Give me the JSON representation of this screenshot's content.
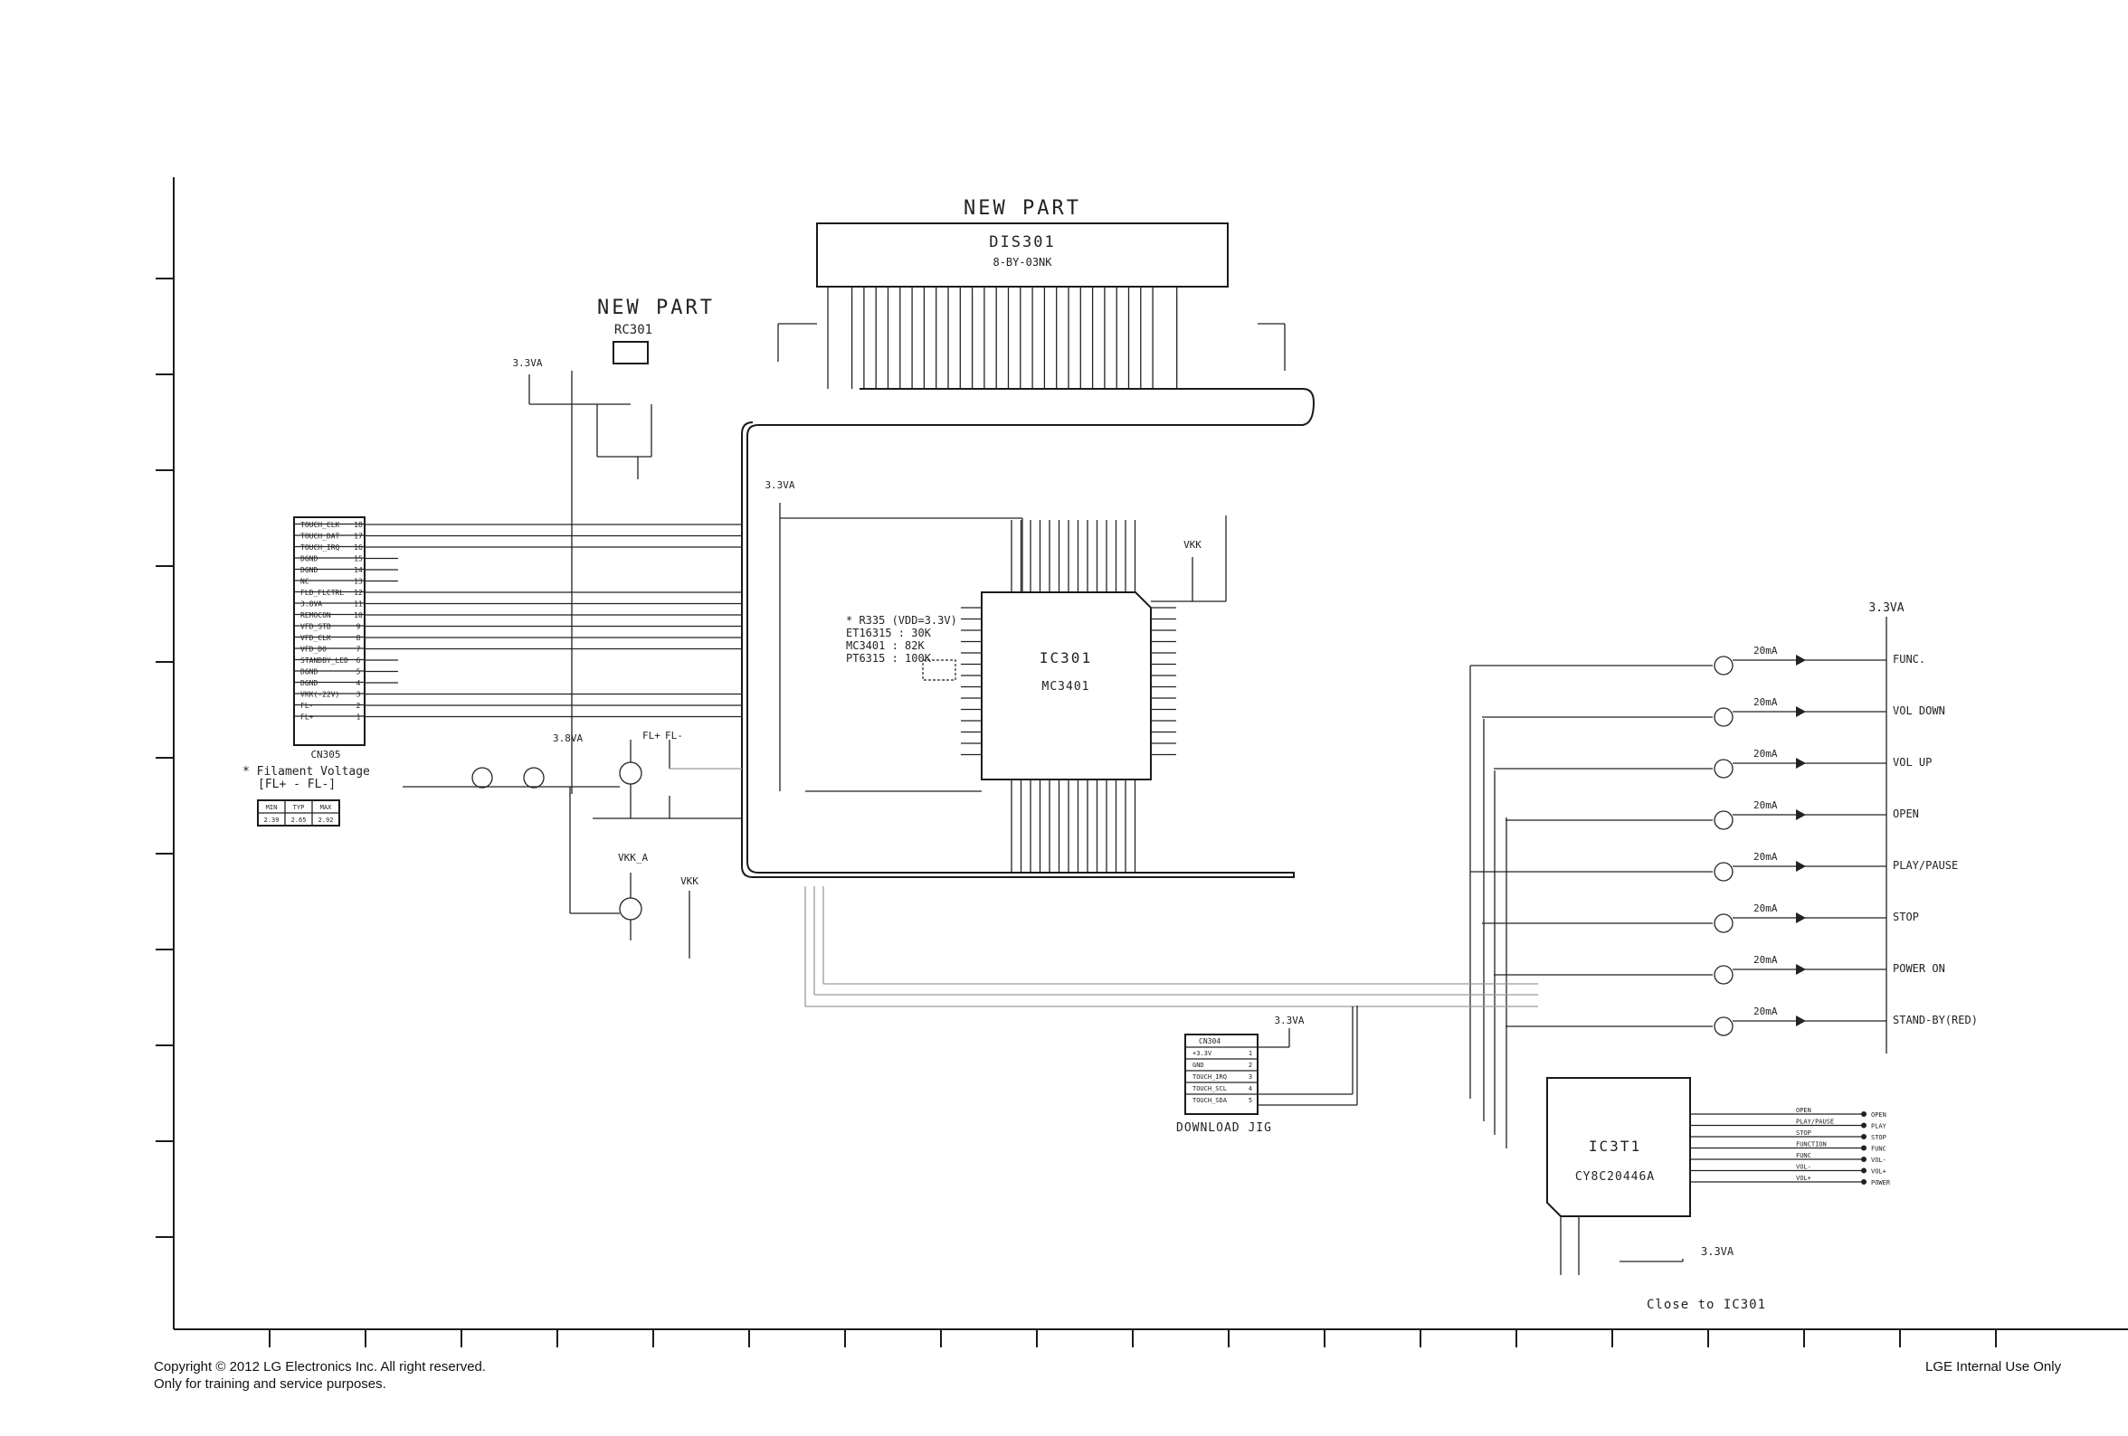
{
  "headings": {
    "new_part_top": "NEW PART",
    "new_part_rc": "NEW PART"
  },
  "display": {
    "ref": "DIS301",
    "part": "8-BY-03NK"
  },
  "rc": {
    "ref": "RC301"
  },
  "ic301": {
    "ref": "IC301",
    "part": "MC3401"
  },
  "ic3t1": {
    "ref": "IC3T1",
    "part": "CY8C20446A"
  },
  "rails": {
    "v33_a": "3.3VA",
    "v33_b": "3.3VA",
    "v33_c": "3.3VA",
    "v33_d": "3.3VA",
    "v38": "3.8VA",
    "vkk": "VKK",
    "vkk_a": "VKK_A",
    "vkk_b": "VKK",
    "fl_plus": "FL+",
    "fl_minus": "FL-"
  },
  "note": {
    "line1": "* R335 (VDD=3.3V)",
    "line2": "ET16315 : 30K",
    "line3": "MC3401  : 82K",
    "line4": "PT6315  : 100K"
  },
  "filament": {
    "title": "* Filament Voltage",
    "formula": "[FL+ - FL-]",
    "headers": [
      "MIN",
      "TYP",
      "MAX"
    ],
    "values": [
      "2.39",
      "2.65",
      "2.92"
    ]
  },
  "cn305": {
    "ref": "CN305",
    "pins": [
      {
        "name": "TOUCH_CLK",
        "num": "18"
      },
      {
        "name": "TOUCH_DAT",
        "num": "17"
      },
      {
        "name": "TOUCH_IRQ",
        "num": "16"
      },
      {
        "name": "DGND",
        "num": "15"
      },
      {
        "name": "DGND",
        "num": "14"
      },
      {
        "name": "NC",
        "num": "13"
      },
      {
        "name": "FLD_FLCTRL",
        "num": "12"
      },
      {
        "name": "3.8VA",
        "num": "11"
      },
      {
        "name": "REMOCON",
        "num": "10"
      },
      {
        "name": "VFD_STB",
        "num": "9"
      },
      {
        "name": "VFD_CLK",
        "num": "8"
      },
      {
        "name": "VFD_DO",
        "num": "7"
      },
      {
        "name": "STANDBY_LED",
        "num": "6"
      },
      {
        "name": "DGND",
        "num": "5"
      },
      {
        "name": "DGND",
        "num": "4"
      },
      {
        "name": "VKK(-22V)",
        "num": "3"
      },
      {
        "name": "FL-",
        "num": "2"
      },
      {
        "name": "FL+",
        "num": "1"
      }
    ]
  },
  "cn304": {
    "ref": "CN304",
    "caption": "DOWNLOAD JIG",
    "pins": [
      {
        "name": "+3.3V",
        "num": "1"
      },
      {
        "name": "GND",
        "num": "2"
      },
      {
        "name": "TOUCH_IRQ",
        "num": "3"
      },
      {
        "name": "TOUCH_SCL",
        "num": "4"
      },
      {
        "name": "TOUCH_SDA",
        "num": "5"
      }
    ]
  },
  "keys": [
    {
      "label": "FUNC.",
      "current": "20mA"
    },
    {
      "label": "VOL DOWN",
      "current": "20mA"
    },
    {
      "label": "VOL UP",
      "current": "20mA"
    },
    {
      "label": "OPEN",
      "current": "20mA"
    },
    {
      "label": "PLAY/PAUSE",
      "current": "20mA"
    },
    {
      "label": "STOP",
      "current": "20mA"
    },
    {
      "label": "POWER ON",
      "current": "20mA"
    },
    {
      "label": "STAND-BY(RED)",
      "current": "20mA"
    }
  ],
  "touch_outputs": [
    "OPEN",
    "PLAY",
    "STOP",
    "FUNC",
    "VOL-",
    "VOL+",
    "POWER"
  ],
  "touch_nets": [
    "OPEN",
    "PLAY/PAUSE",
    "STOP",
    "FUNCTION",
    "FUNC",
    "VOL-",
    "VOL+",
    "POWER"
  ],
  "close_note": "Close to IC301",
  "footer": {
    "copyright": "Copyright © 2012 LG Electronics Inc. All right reserved.",
    "training": "Only for training and service purposes.",
    "internal": "LGE Internal Use Only"
  },
  "colors": {
    "line": "#1a1a1a",
    "label": "#222222",
    "net_gray": "#9a9a9a"
  }
}
